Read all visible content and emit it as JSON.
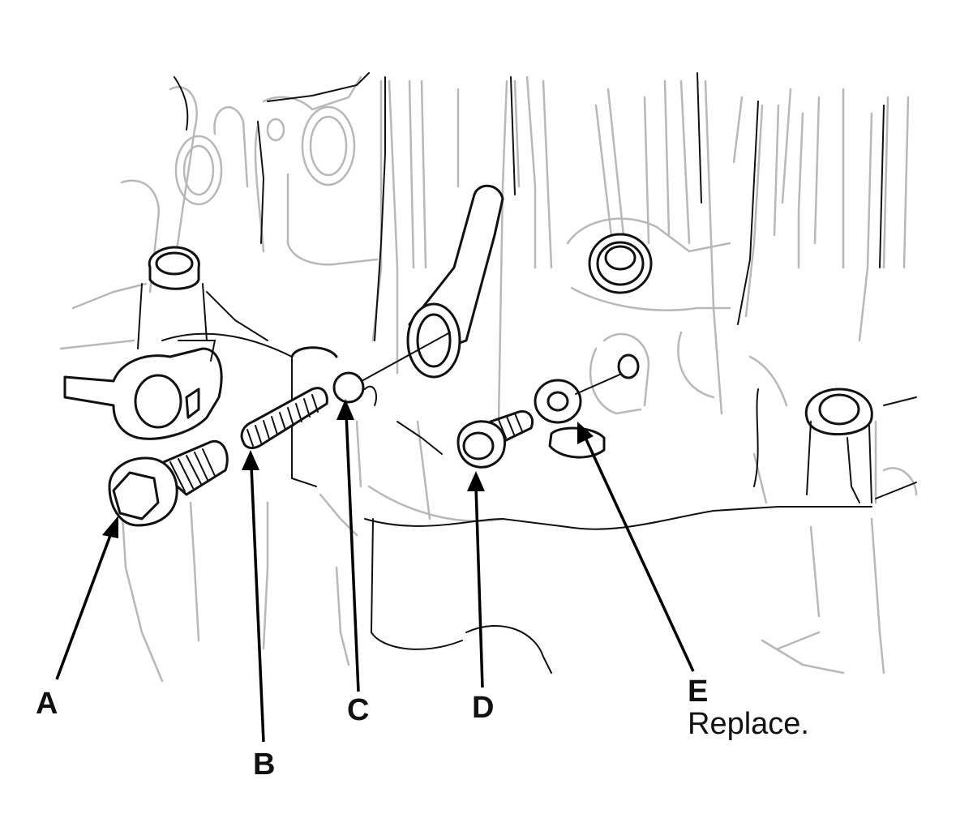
{
  "callouts": {
    "a": {
      "label": "A"
    },
    "b": {
      "label": "B"
    },
    "c": {
      "label": "C"
    },
    "d": {
      "label": "D"
    },
    "e": {
      "label": "E",
      "note": "Replace."
    }
  }
}
